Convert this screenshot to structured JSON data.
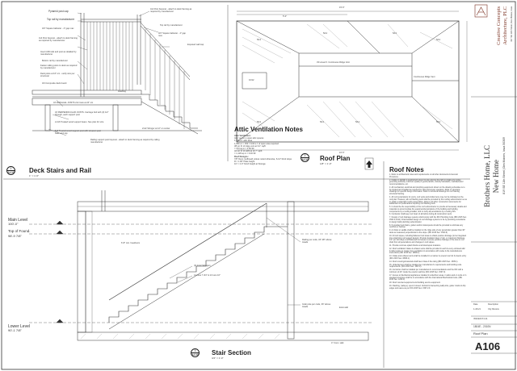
{
  "titles": {
    "deck": "Deck Stairs and Rail",
    "attic": "Attic Ventilation Notes",
    "roofplan": "Roof Plan",
    "roofnotes": "Roof Notes",
    "stair": "Stair Section"
  },
  "markers": {
    "deck": {
      "num": "1",
      "sheet": "A106"
    },
    "roofplan": {
      "num": "2",
      "sheet": "A106"
    },
    "stair": {
      "num": "3",
      "sheet": "A106"
    }
  },
  "scales": {
    "deck": "1\" = 1'-0\"",
    "roofplan": "1/8\" = 1'-0\"",
    "stair": "3/4\" = 1'-0\""
  },
  "deck_callouts": [
    "Pyramid post cap",
    "Top rail by manufacturer",
    "3/4\" Square balluster - 4\" gap max",
    "4x4 Post bayonet - attach to deck framing as required by manufacturer",
    "Insert infill rails and post as detailed by manufacturer",
    "Bottom rail by manufacturer",
    "Fasten railing posts to deck as required by manufacturer",
    "Deck joists at 16\" o/c - verify size per structural",
    "3/4 Composite deck board",
    "4x4 Post bayonet - attach to deck framing as required by manufacturer",
    "Top rail by manufacturer",
    "3/4\" Square balluster - 4\" gap max",
    "Exposed wall cap",
    "Flashing",
    "4X PARALLEL JOISTS 2x4 rows at 24\" o/c",
    "4X PERPENDICULAR JOISTS. Carriage bolt with (3) 1/2\" through, each support post",
    "2-2x6 Treated wood support beam. See plan for size",
    "6x6 Treated wood support post with simpson post base and cap",
    "2x12 Stringer at 12\" on center",
    "Railing support post bayonet - attach to deck framing as required by railing manufacturer"
  ],
  "attic_notes": {
    "heading": "Attic Ventilation:",
    "lines": [
      "Attic vents in upper attic spaces",
      "1,350 s.f. attic area",
      "1,350 s.f. / 150 = 9.00 s.f. of open area required",
      "38 Lin Ft of ridge vent at 9.1\" sq/ft",
      "= 373 sq.in = 2.59 SF",
      "46 Lin Ft of soffit at 10.7\" sq/ft",
      "= 1,118 sq.in = 6.49 SF",
      "Roof Designs:",
      "7/8\" Dens roofboard unless noted otherwise, 6-12\" Roof slope",
      "R = 1.06\" Plate height",
      "10' = 1'-0\" finish height at Storage"
    ]
  },
  "roof_plan_labels": [
    "5/12",
    "5/12",
    "5/12",
    "5/12",
    "5/12",
    "5/12",
    "5/12",
    "5/12",
    "10/12",
    "15'-0\"",
    "5'-0\"",
    "16'-6\"",
    "33 Linear ft. Continuous Ridge Vent",
    "Continuous Ridge Vent"
  ],
  "roof_notes": [
    "1. Refer to architectural notes and requirements on all other documents & General Provisions.",
    "2. Failure to identify a requirement does not give anyone the right to violate any codes, governing authority, minimum quality of good practice, industry standards, manufacturers' recommendations, etc.",
    "3. All mechanical, electrical and plumbing equipment shown on the drawing schedules is to be located and installed as required for safe and proper operation. Refer to structural drawings for specific design information. Refer to structural drawings for roof framing structural framing.",
    "4. All roof penetrations for vents, roof vents and similar items may not be indicated on the roof plan. However, all roof flashing work shall be provided by the roofing subcontractor so as to obtain a watertight roofing assemblies. Refer to all other construction documents for additional roof penetrations requiring roof flashing work.",
    "5. It should be the responsibility of the roof subcontractor to provide all necessary details and materials to accommodate the equipment/penetrations of the building and building components by a roofing installer, and to verify all penetrations by a roofing SIS.",
    "6. Contractor shall keep roof clean of all debris during all construction work.",
    "7. Design of roof drainage systems shall comply with the IRC Plumbing Code (IBC 2015 Sec. 1503 & 1611). Final detailed design of roof drainage systems to be by plumbing consultants in design build plumbing subcontractor.",
    "8. If provided roof drains, gutters and/or downspouts should be provided to eliminate any overflow or backup.",
    "9. A cricket or saddle shall be installed on the ridge side of any penetration greater than 30\" wide as measured perpendicular to the slope. (IBC 2015 Sec. 1503.6)",
    "10. All roof slopes, including flattened roof areas to obtain positive drainage (to be integrated into underlying roof support design). Provide insulation layer of min. or maximum thickness 1/2\" per foot slope at all flattened roof areas to ensure positive drainage of the area to roof drain from all penetrations and changes in roof slopes.",
    "11. Provide concrete splash blocks at all downspout locations.",
    "12. Roof ventilation intake & exhaust vents shall be provided in each & every enclosed attic & rafter space to create cross ventilation in accordance with codes & the manufacturers instructions (IRC 2015 Sec. R806.1)",
    "13. Intake and exhaust vents shall be installed in a manner to prevent vermin & insects entry (IRC 2015 Sec. R806.1).",
    "14. Roof coverings/materials shall have Class A fire rating (IBC 2015 Sec. 1505.1).",
    "15. Underlayment shall be installed per manufacturer's requirements and building code requirements. (IRC 2015 Sec. 1507.2).",
    "16. Ice barrier shall be installed per manufacturer's recommendations and the IRC with a minimum of 24\" inside the exterior wall line (IRC 2015 Sec. 1507.3).",
    "17. Access to Mechanical appliances installed in underfloor areas, in attics and on roofs or in elevated structures shall be in accordance with the International Mechanical Code. (IBC 2015 Sec. 1209.3)",
    "18. Roof mounted equipment and building service equipment.",
    "19. Flashing, (valleys), open & closed. Vertical & intersecting wall joints, gutter cracks & drip edges and eaves as per IRC 2015 Sec. 1507.2.9."
  ],
  "stair_labels": {
    "main_level": "Main Level",
    "main_level_elev": "100'-0\"",
    "top_found": "Top of Found.",
    "top_found_elev": "98'-9 7/8\"",
    "lower_level": "Lower Level",
    "lower_level_elev": "90'-1 7/8\"",
    "stringer": "(3) 2x12 Stringers",
    "stringer2": "14 rises 7 3/4\" & 13 runs 10\"",
    "railing": "Railing per code, 34\"-38\" above treads",
    "guard": "Grab pole per code, 36\" above treads",
    "headroom": "6'-8\" min. headroom",
    "wall": "Exist wall",
    "slab": "4\" Conc. slab"
  },
  "title_block": {
    "firm_line1": "Creative Concepts",
    "firm_line2": "Architecture, PLC",
    "firm_sub": "417 SE 11th Street, Des Moines, Iowa",
    "client_line1": "Brothers Home, LLC",
    "client_line2": "New Home",
    "address": "819 SE 11th Street | Des Moines, Iowa 50309",
    "rev_header_date": "Date",
    "rev_header_desc": "Description",
    "rev_date": "1-18-21",
    "rev_desc": "City Review",
    "issued": "ISSUED 8.3.21",
    "project_no": "1804E - 2010N",
    "sheet_title": "Roof Plan",
    "sheet_number": "A106"
  }
}
